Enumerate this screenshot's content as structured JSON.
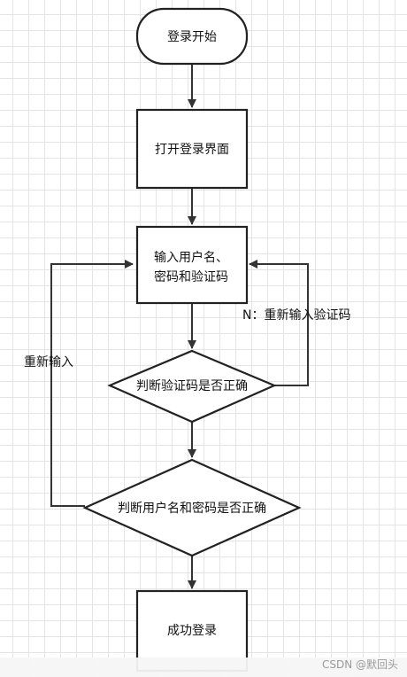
{
  "nodes": {
    "start": "登录开始",
    "open_login": "打开登录界面",
    "input_line1": "输入用户名、",
    "input_line2": "密码和验证码",
    "check_captcha": "判断验证码是否正确",
    "check_credentials": "判断用户名和密码是否正确",
    "success": "成功登录"
  },
  "edges": {
    "captcha_fail": "N：重新输入验证码",
    "credentials_fail": "重新输入"
  },
  "watermark": "CSDN @默回头"
}
